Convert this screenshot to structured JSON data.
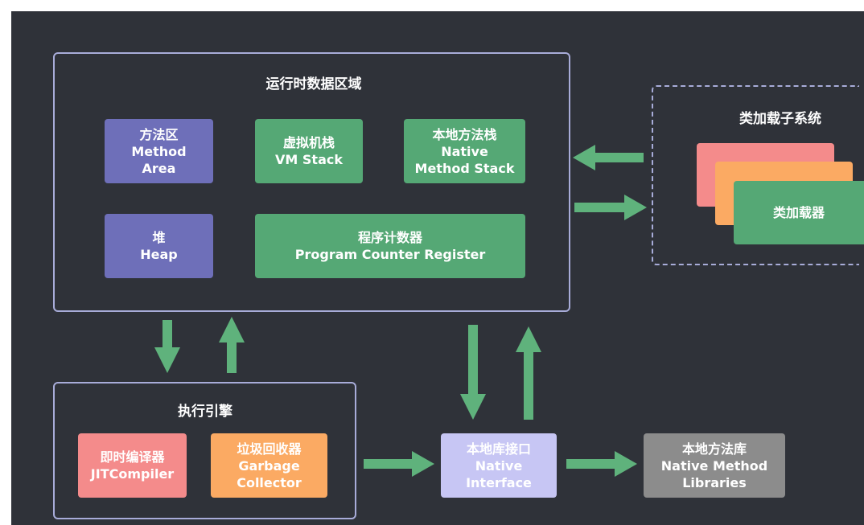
{
  "runtime_area": {
    "title": "运行时数据区域",
    "method_area": [
      "方法区",
      "Method",
      "Area"
    ],
    "vm_stack": [
      "虚拟机栈",
      "VM Stack"
    ],
    "native_stack": [
      "本地方法栈",
      "Native",
      "Method Stack"
    ],
    "heap": [
      "堆",
      "Heap"
    ],
    "pc_register": [
      "程序计数器",
      "Program Counter Register"
    ]
  },
  "class_loader_subsystem": {
    "title": "类加载子系统",
    "loader_label": "类加载器"
  },
  "execution_engine": {
    "title": "执行引擎",
    "jit": [
      "即时编译器",
      "JITCompiler"
    ],
    "gc": [
      "垃圾回收器",
      "Garbage",
      "Collector"
    ]
  },
  "native_interface": [
    "本地库接口",
    "Native",
    "Interface"
  ],
  "native_libraries": [
    "本地方法库",
    "Native Method",
    "Libraries"
  ],
  "colors": {
    "background": "#2f3239",
    "panel_border": "#a8acd9",
    "purple": "#6e6fb9",
    "green": "#55a875",
    "red": "#f48b8b",
    "orange": "#fbaa63",
    "lavender": "#c7c6f4",
    "gray": "#8c8c8c",
    "arrow": "#5fb27c"
  }
}
